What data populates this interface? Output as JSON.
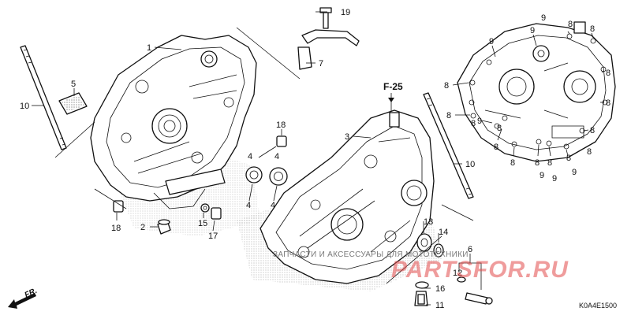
{
  "diagram": {
    "callouts": [
      {
        "id": "c1",
        "text": "1"
      },
      {
        "id": "c2",
        "text": "2"
      },
      {
        "id": "c3",
        "text": "3"
      },
      {
        "id": "c4a",
        "text": "4"
      },
      {
        "id": "c4b",
        "text": "4"
      },
      {
        "id": "c4c",
        "text": "4"
      },
      {
        "id": "c4d",
        "text": "4"
      },
      {
        "id": "c5",
        "text": "5"
      },
      {
        "id": "c6",
        "text": "6"
      },
      {
        "id": "c7",
        "text": "7"
      },
      {
        "id": "c10a",
        "text": "10"
      },
      {
        "id": "c10b",
        "text": "10"
      },
      {
        "id": "c11",
        "text": "11"
      },
      {
        "id": "c12",
        "text": "12"
      },
      {
        "id": "c13",
        "text": "13"
      },
      {
        "id": "c14",
        "text": "14"
      },
      {
        "id": "c15",
        "text": "15"
      },
      {
        "id": "c16",
        "text": "16"
      },
      {
        "id": "c17",
        "text": "17"
      },
      {
        "id": "c18a",
        "text": "18"
      },
      {
        "id": "c18b",
        "text": "18"
      },
      {
        "id": "c19",
        "text": "19"
      }
    ],
    "bolt_callouts_8": [
      "8",
      "8",
      "8",
      "8",
      "8",
      "8",
      "8",
      "8",
      "8",
      "8",
      "8",
      "8",
      "8",
      "8",
      "8"
    ],
    "bolt_callouts_9": [
      "9",
      "9",
      "9",
      "9",
      "9",
      "9",
      "9"
    ],
    "reference": "F-25",
    "direction_label": "FR.",
    "diagram_code": "K0A4E1500"
  },
  "watermark": {
    "tagline": "ЗАПЧАСТИ И АКСЕССУАРЫ ДЛЯ МОТОТЕХНИКИ",
    "brand": "PARTSFOR.RU"
  }
}
